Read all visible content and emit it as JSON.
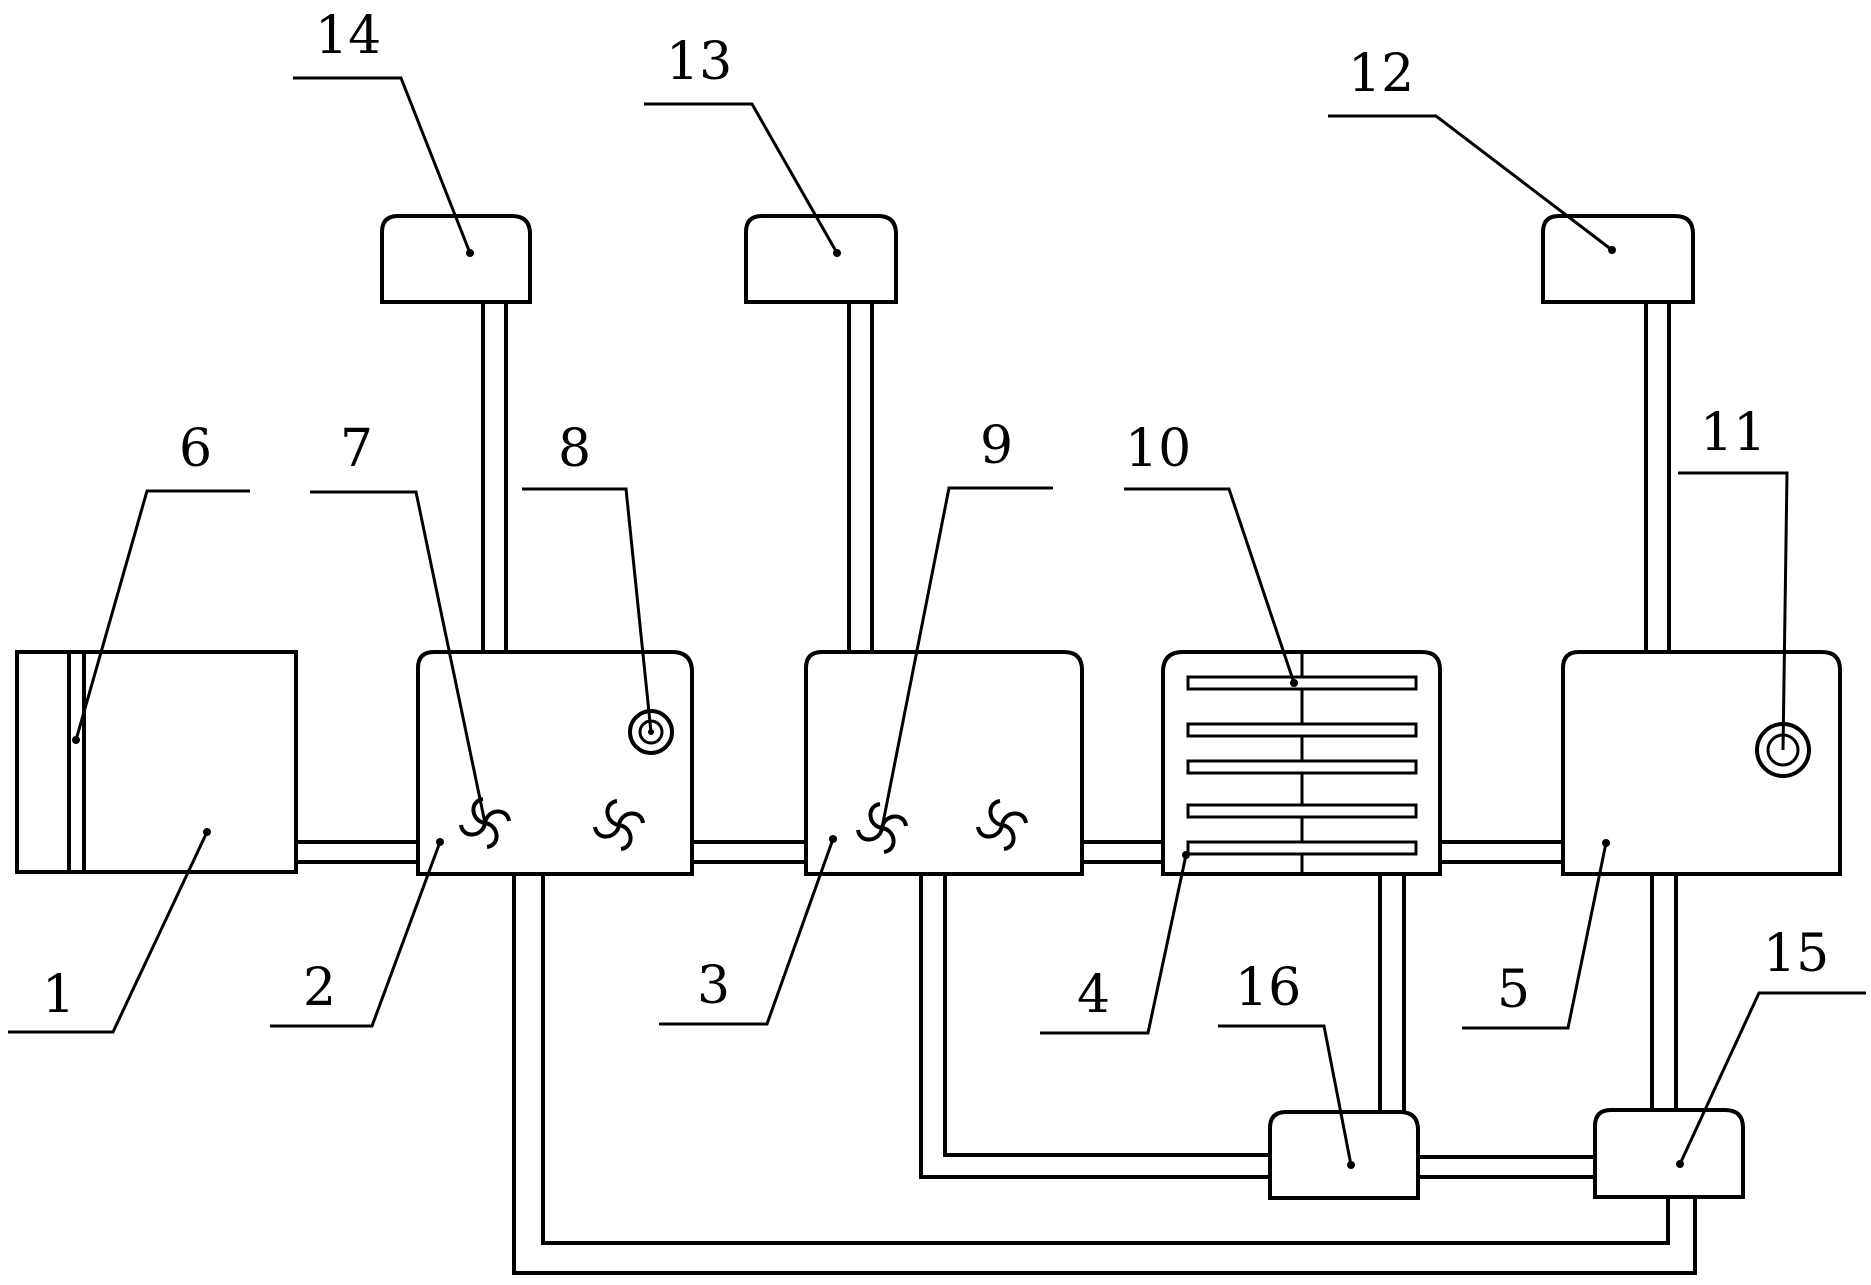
{
  "labels": {
    "l1": "1",
    "l2": "2",
    "l3": "3",
    "l4": "4",
    "l5": "5",
    "l6": "6",
    "l7": "7",
    "l8": "8",
    "l9": "9",
    "l10": "10",
    "l11": "11",
    "l12": "12",
    "l13": "13",
    "l14": "14",
    "l15": "15",
    "l16": "16"
  },
  "icons": {
    "fan": "fan-icon",
    "circle": "ring-icon"
  }
}
